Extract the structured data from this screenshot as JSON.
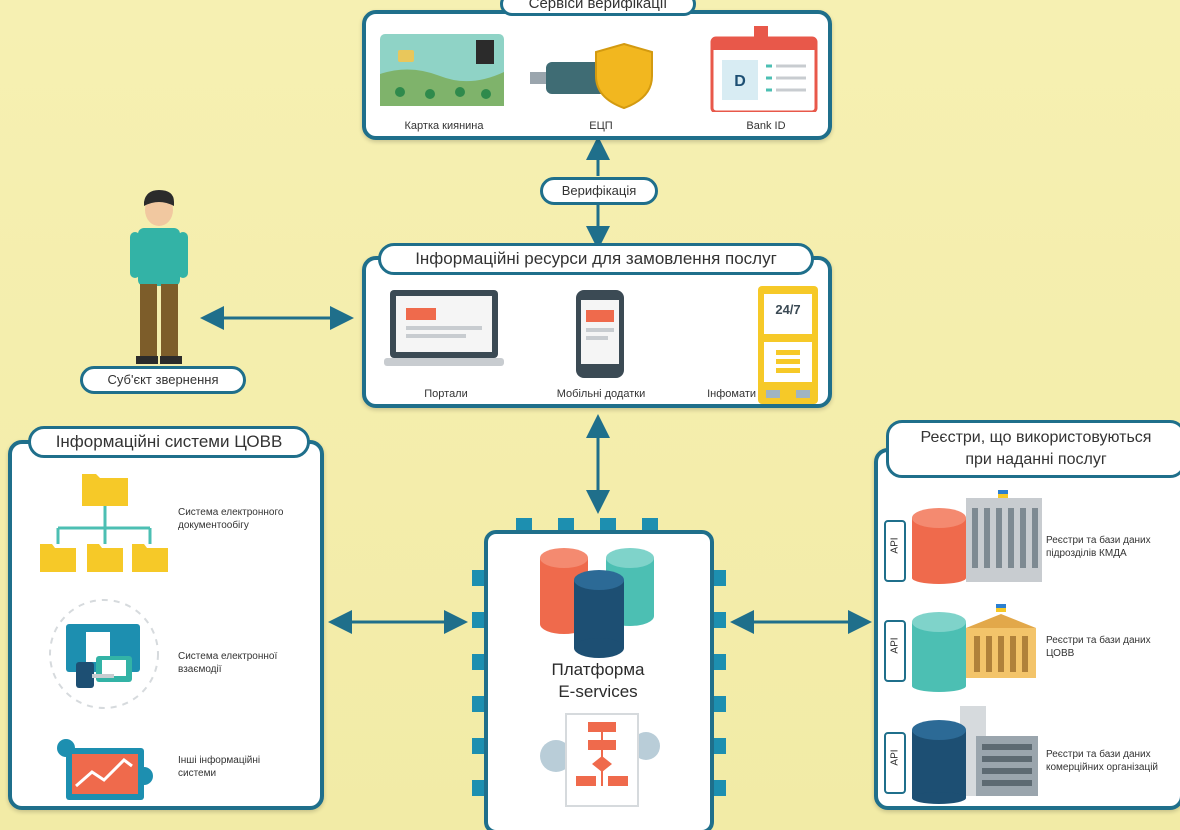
{
  "verification_services": {
    "title": "Сервіси верифікації",
    "items": [
      "Картка киянина",
      "ЕЦП",
      "Bank ID"
    ]
  },
  "verification_label": "Верифікація",
  "subject_label": "Суб'єкт звернення",
  "info_resources": {
    "title": "Інформаційні ресурси для замовлення послуг",
    "items": [
      "Портали",
      "Мобільні додатки",
      "Інфомати"
    ],
    "kiosk_text": "24/7"
  },
  "info_systems": {
    "title": "Інформаційні системи ЦОВВ",
    "items": [
      "Система електронного документообігу",
      "Система електронної взаємодії",
      "Інші інформаційні системи"
    ]
  },
  "platform": {
    "line1": "Платформа",
    "line2": "E-services"
  },
  "registries": {
    "title_line1": "Реєстри, що використовуються",
    "title_line2": "при наданні послуг",
    "api_label": "API",
    "items": [
      "Реєстри та бази даних підрозділів КМДА",
      "Реєстри та бази даних ЦОВВ",
      "Реєстри та бази даних комерційних організацій"
    ]
  },
  "colors": {
    "border": "#1f6f8b",
    "background": "#f4eeaa",
    "db_red": "#ef6a4c",
    "db_teal": "#4cbfb3",
    "db_navy": "#1d4f73",
    "kiosk_yellow": "#f6c928"
  }
}
